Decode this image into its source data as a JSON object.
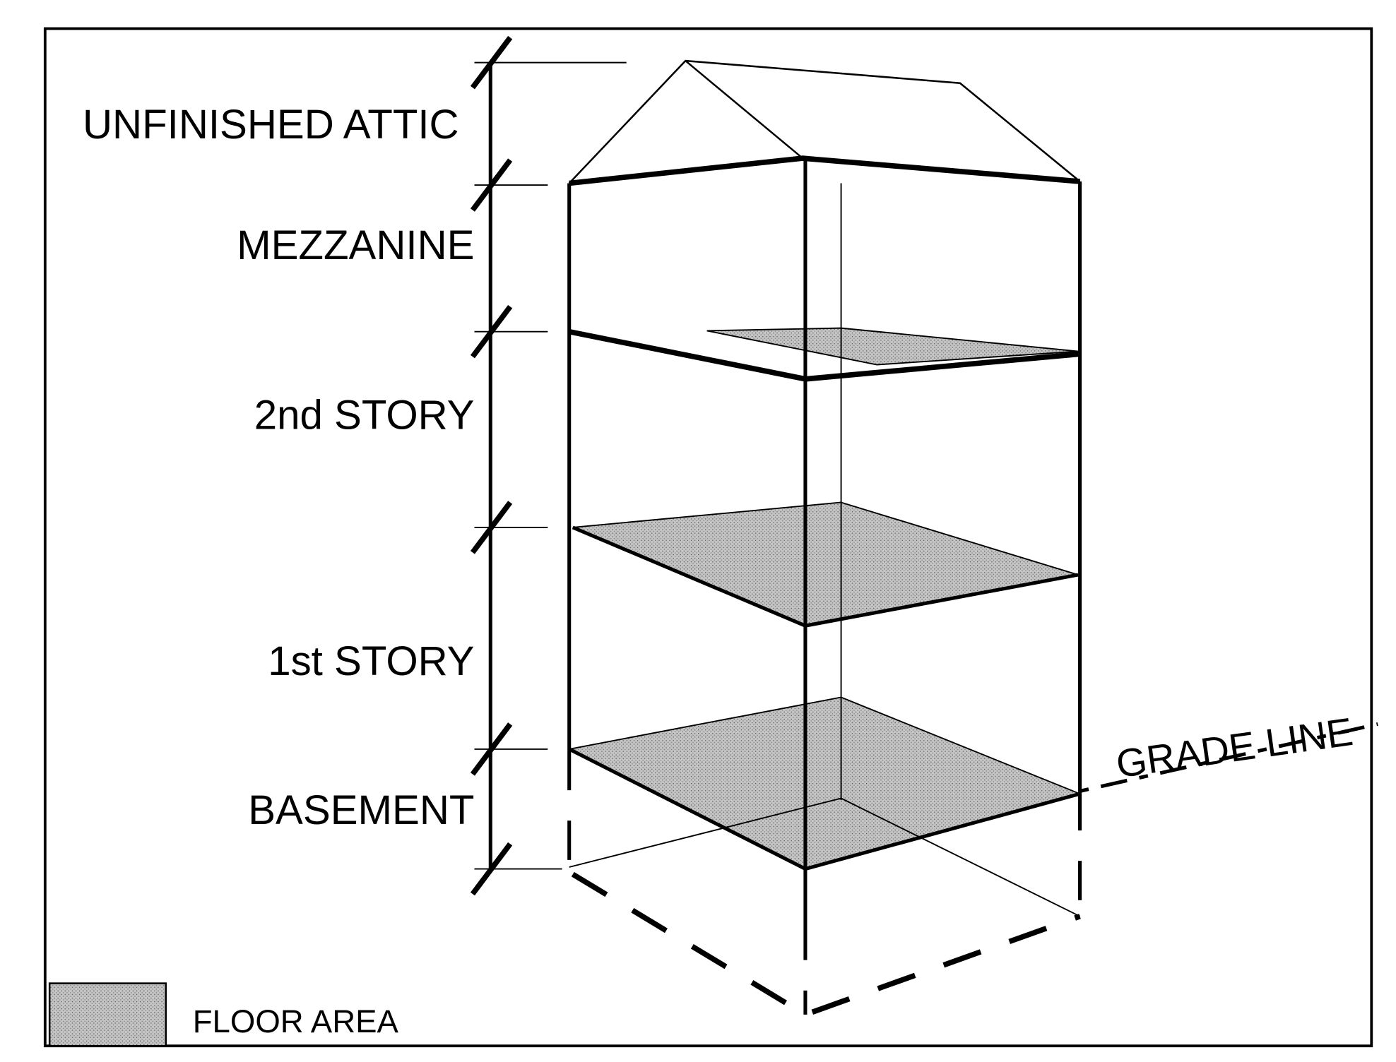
{
  "labels": {
    "attic": "UNFINISHED ATTIC",
    "mezzanine": "MEZZANINE",
    "second_story": "2nd STORY",
    "first_story": "1st STORY",
    "basement": "BASEMENT",
    "grade_line": "GRADE LINE"
  },
  "legend": {
    "floor_area": "FLOOR AREA"
  },
  "colors": {
    "floor_fill": "#b8b8b8",
    "line": "#000000"
  }
}
